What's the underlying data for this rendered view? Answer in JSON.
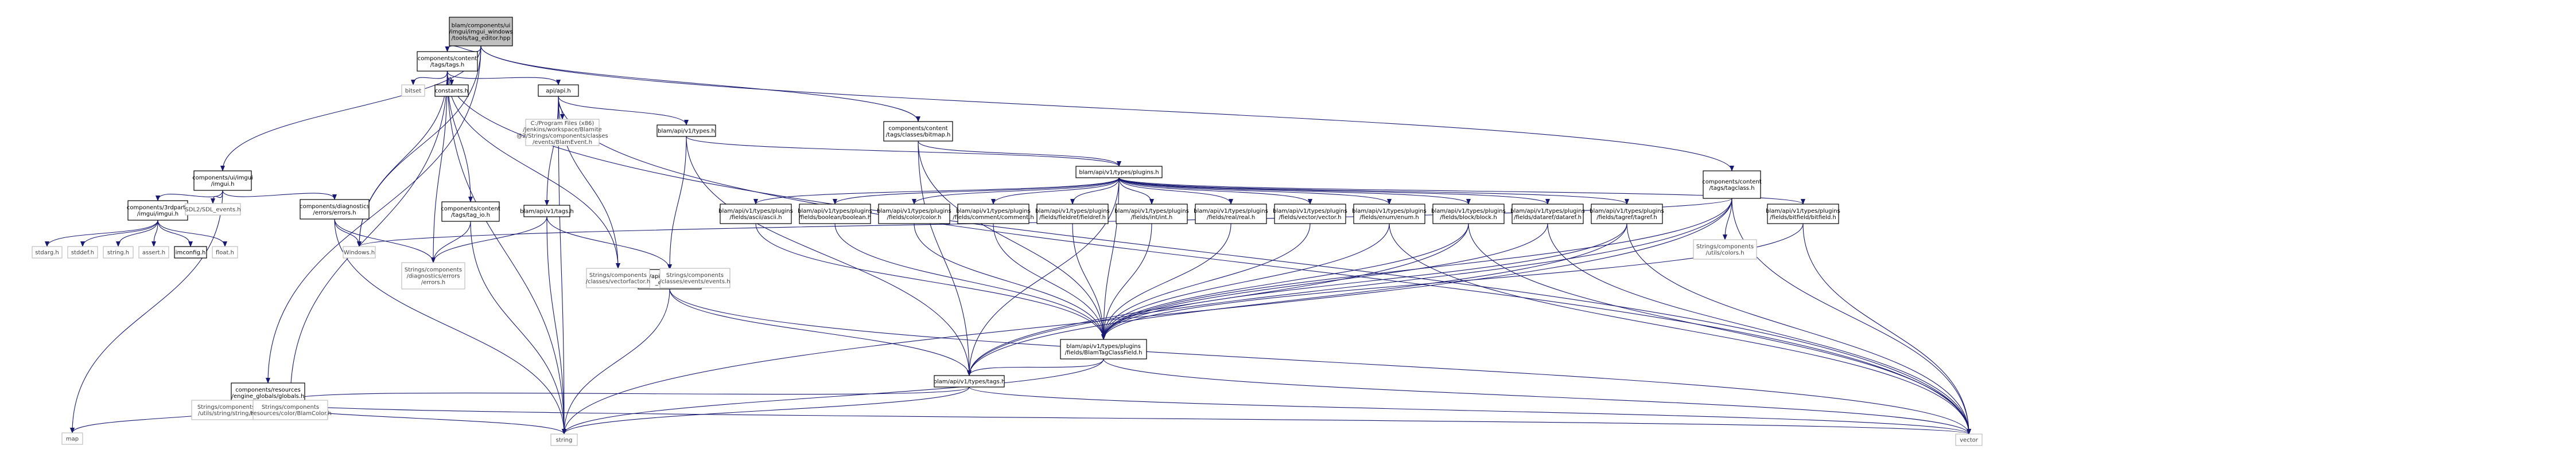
{
  "nodes": [
    {
      "id": "root",
      "lines": [
        "blam/components/ui",
        "/imgui/imgui_windows",
        "/tools/tag_editor.hpp"
      ],
      "kind": "root"
    },
    {
      "id": "ctags",
      "lines": [
        "components/content",
        "/tags/tags.h"
      ],
      "kind": "doc"
    },
    {
      "id": "uiimgui",
      "lines": [
        "components/ui/imgui",
        "/imgui.h"
      ],
      "kind": "doc"
    },
    {
      "id": "bitmap",
      "lines": [
        "components/content",
        "/tags/classes/bitmap.h"
      ],
      "kind": "doc"
    },
    {
      "id": "tagclass",
      "lines": [
        "components/content",
        "/tags/tagclass.h"
      ],
      "kind": "doc"
    },
    {
      "id": "resglobals",
      "lines": [
        "components/resources",
        "/engine_globals/globals.h"
      ],
      "kind": "doc"
    },
    {
      "id": "diagerrors",
      "lines": [
        "components/diagnostics",
        "/errors/errors.h"
      ],
      "kind": "doc"
    },
    {
      "id": "imgui3p",
      "lines": [
        "components/3rdparty",
        "/imgui/imgui.h"
      ],
      "kind": "doc"
    },
    {
      "id": "tagioh",
      "lines": [
        "components/content",
        "/tags/tag_io.h"
      ],
      "kind": "doc"
    },
    {
      "id": "apih",
      "lines": [
        "api/api.h"
      ],
      "kind": "doc"
    },
    {
      "id": "bitset",
      "lines": [
        "bitset"
      ],
      "kind": "std"
    },
    {
      "id": "constants",
      "lines": [
        "constants.h"
      ],
      "kind": "doc"
    },
    {
      "id": "blamevent",
      "lines": [
        "C:/Program Files (x86)",
        "/Jenkins/workspace/Blamite",
        "@2/Strings/components/classes",
        "/events/BlamEvent.h"
      ],
      "kind": "std"
    },
    {
      "id": "typesh",
      "lines": [
        "blam/api/v1/types.h"
      ],
      "kind": "doc"
    },
    {
      "id": "tagsv1",
      "lines": [
        "blam/api/v1/tags.h"
      ],
      "kind": "doc"
    },
    {
      "id": "plugins",
      "lines": [
        "blam/api/v1/types/plugins.h"
      ],
      "kind": "doc"
    },
    {
      "id": "worldobj",
      "lines": [
        "blam/api/v1/types/world",
        "_objects.h"
      ],
      "kind": "doc"
    },
    {
      "id": "typestags",
      "lines": [
        "blam/api/v1/types/tags.h"
      ],
      "kind": "doc"
    },
    {
      "id": "classfield",
      "lines": [
        "blam/api/v1/types/plugins",
        "/fields/BlamTagClassField.h"
      ],
      "kind": "doc"
    },
    {
      "id": "f_ascii",
      "lines": [
        "blam/api/v1/types/plugins",
        "/fields/ascii/ascii.h"
      ],
      "kind": "doc"
    },
    {
      "id": "f_bool",
      "lines": [
        "blam/api/v1/types/plugins",
        "/fields/boolean/boolean.h"
      ],
      "kind": "doc"
    },
    {
      "id": "f_color",
      "lines": [
        "blam/api/v1/types/plugins",
        "/fields/color/color.h"
      ],
      "kind": "doc"
    },
    {
      "id": "f_comment",
      "lines": [
        "blam/api/v1/types/plugins",
        "/fields/comment/comment.h"
      ],
      "kind": "doc"
    },
    {
      "id": "f_fieldref",
      "lines": [
        "blam/api/v1/types/plugins",
        "/fields/fieldref/fieldref.h"
      ],
      "kind": "doc"
    },
    {
      "id": "f_int",
      "lines": [
        "blam/api/v1/types/plugins",
        "/fields/int/int.h"
      ],
      "kind": "doc"
    },
    {
      "id": "f_real",
      "lines": [
        "blam/api/v1/types/plugins",
        "/fields/real/real.h"
      ],
      "kind": "doc"
    },
    {
      "id": "f_vector",
      "lines": [
        "blam/api/v1/types/plugins",
        "/fields/vector/vector.h"
      ],
      "kind": "doc"
    },
    {
      "id": "f_enum",
      "lines": [
        "blam/api/v1/types/plugins",
        "/fields/enum/enum.h"
      ],
      "kind": "doc"
    },
    {
      "id": "f_block",
      "lines": [
        "blam/api/v1/types/plugins",
        "/fields/block/block.h"
      ],
      "kind": "doc"
    },
    {
      "id": "f_dataref",
      "lines": [
        "blam/api/v1/types/plugins",
        "/fields/dataref/dataref.h"
      ],
      "kind": "doc"
    },
    {
      "id": "f_tagref",
      "lines": [
        "blam/api/v1/types/plugins",
        "/fields/tagref/tagref.h"
      ],
      "kind": "doc"
    },
    {
      "id": "f_bitfield",
      "lines": [
        "blam/api/v1/types/plugins",
        "/fields/bitfield/bitfield.h"
      ],
      "kind": "doc"
    },
    {
      "id": "sdlevents",
      "lines": [
        "SDL2/SDL_events.h"
      ],
      "kind": "std"
    },
    {
      "id": "stdarg",
      "lines": [
        "stdarg.h"
      ],
      "kind": "std"
    },
    {
      "id": "stddef",
      "lines": [
        "stddef.h"
      ],
      "kind": "std"
    },
    {
      "id": "stringh",
      "lines": [
        "string.h"
      ],
      "kind": "std"
    },
    {
      "id": "asserth",
      "lines": [
        "assert.h"
      ],
      "kind": "std"
    },
    {
      "id": "imconfig",
      "lines": [
        "imconfig.h"
      ],
      "kind": "doc"
    },
    {
      "id": "floath",
      "lines": [
        "float.h"
      ],
      "kind": "std"
    },
    {
      "id": "windows",
      "lines": [
        "Windows.h"
      ],
      "kind": "std"
    },
    {
      "id": "strerrors",
      "lines": [
        "Strings/components",
        "/diagnostics/errors",
        "/errors.h"
      ],
      "kind": "std"
    },
    {
      "id": "vecfactor",
      "lines": [
        "Strings/components",
        "/classes/vectorfactor.h"
      ],
      "kind": "std"
    },
    {
      "id": "events",
      "lines": [
        "Strings/components",
        "/classes/events/events.h"
      ],
      "kind": "std"
    },
    {
      "id": "colorsh",
      "lines": [
        "Strings/components",
        "/utils/colors.h"
      ],
      "kind": "std"
    },
    {
      "id": "utilstring",
      "lines": [
        "Strings/components",
        "/utils/string/string.h"
      ],
      "kind": "std"
    },
    {
      "id": "blamcolor",
      "lines": [
        "Strings/components",
        "/resources/color/BlamColor.h"
      ],
      "kind": "std"
    },
    {
      "id": "map",
      "lines": [
        "map"
      ],
      "kind": "std"
    },
    {
      "id": "string",
      "lines": [
        "string"
      ],
      "kind": "std"
    },
    {
      "id": "vector",
      "lines": [
        "vector"
      ],
      "kind": "std"
    }
  ],
  "edges": [
    [
      "root",
      "ctags"
    ],
    [
      "root",
      "uiimgui"
    ],
    [
      "root",
      "bitmap"
    ],
    [
      "root",
      "tagclass"
    ],
    [
      "root",
      "resglobals"
    ],
    [
      "root",
      "windows"
    ],
    [
      "ctags",
      "apih"
    ],
    [
      "ctags",
      "bitset"
    ],
    [
      "ctags",
      "constants"
    ],
    [
      "ctags",
      "tagioh"
    ],
    [
      "ctags",
      "windows"
    ],
    [
      "ctags",
      "string"
    ],
    [
      "ctags",
      "blamcolor"
    ],
    [
      "ctags",
      "vecfactor"
    ],
    [
      "ctags",
      "vector"
    ],
    [
      "ctags",
      "strerrors"
    ],
    [
      "uiimgui",
      "imgui3p"
    ],
    [
      "uiimgui",
      "diagerrors"
    ],
    [
      "uiimgui",
      "sdlevents"
    ],
    [
      "uiimgui",
      "map"
    ],
    [
      "imgui3p",
      "stdarg"
    ],
    [
      "imgui3p",
      "stddef"
    ],
    [
      "imgui3p",
      "stringh"
    ],
    [
      "imgui3p",
      "asserth"
    ],
    [
      "imgui3p",
      "imconfig"
    ],
    [
      "imgui3p",
      "floath"
    ],
    [
      "diagerrors",
      "windows"
    ],
    [
      "diagerrors",
      "strerrors"
    ],
    [
      "diagerrors",
      "string"
    ],
    [
      "tagioh",
      "strerrors"
    ],
    [
      "tagioh",
      "string"
    ],
    [
      "apih",
      "blamevent"
    ],
    [
      "apih",
      "typesh"
    ],
    [
      "apih",
      "tagsv1"
    ],
    [
      "apih",
      "vecfactor"
    ],
    [
      "apih",
      "string"
    ],
    [
      "apih",
      "vector"
    ],
    [
      "tagsv1",
      "worldobj"
    ],
    [
      "tagsv1",
      "string"
    ],
    [
      "tagsv1",
      "strerrors"
    ],
    [
      "typesh",
      "plugins"
    ],
    [
      "typesh",
      "worldobj"
    ],
    [
      "typesh",
      "typestags"
    ],
    [
      "worldobj",
      "vecfactor"
    ],
    [
      "worldobj",
      "events"
    ],
    [
      "worldobj",
      "typestags"
    ],
    [
      "worldobj",
      "string"
    ],
    [
      "worldobj",
      "vector"
    ],
    [
      "bitmap",
      "plugins"
    ],
    [
      "bitmap",
      "classfield"
    ],
    [
      "bitmap",
      "typestags"
    ],
    [
      "tagclass",
      "classfield"
    ],
    [
      "tagclass",
      "colorsh"
    ],
    [
      "tagclass",
      "typestags"
    ],
    [
      "tagclass",
      "string"
    ],
    [
      "tagclass",
      "vector"
    ],
    [
      "tagclass",
      "windows"
    ],
    [
      "plugins",
      "f_ascii"
    ],
    [
      "plugins",
      "f_bool"
    ],
    [
      "plugins",
      "f_color"
    ],
    [
      "plugins",
      "f_comment"
    ],
    [
      "plugins",
      "f_fieldref"
    ],
    [
      "plugins",
      "f_int"
    ],
    [
      "plugins",
      "f_real"
    ],
    [
      "plugins",
      "f_vector"
    ],
    [
      "plugins",
      "f_enum"
    ],
    [
      "plugins",
      "f_block"
    ],
    [
      "plugins",
      "f_dataref"
    ],
    [
      "plugins",
      "f_tagref"
    ],
    [
      "plugins",
      "f_bitfield"
    ],
    [
      "plugins",
      "classfield"
    ],
    [
      "plugins",
      "typestags"
    ],
    [
      "f_ascii",
      "classfield"
    ],
    [
      "f_bool",
      "classfield"
    ],
    [
      "f_color",
      "classfield"
    ],
    [
      "f_comment",
      "classfield"
    ],
    [
      "f_fieldref",
      "classfield"
    ],
    [
      "f_int",
      "classfield"
    ],
    [
      "f_real",
      "classfield"
    ],
    [
      "f_vector",
      "classfield"
    ],
    [
      "f_enum",
      "classfield"
    ],
    [
      "f_enum",
      "vector"
    ],
    [
      "f_block",
      "classfield"
    ],
    [
      "f_block",
      "typestags"
    ],
    [
      "f_block",
      "vector"
    ],
    [
      "f_dataref",
      "classfield"
    ],
    [
      "f_dataref",
      "vector"
    ],
    [
      "f_tagref",
      "classfield"
    ],
    [
      "f_tagref",
      "typestags"
    ],
    [
      "f_tagref",
      "vector"
    ],
    [
      "f_bitfield",
      "classfield"
    ],
    [
      "f_bitfield",
      "vector"
    ],
    [
      "classfield",
      "string"
    ],
    [
      "classfield",
      "typestags"
    ],
    [
      "classfield",
      "vector"
    ],
    [
      "typestags",
      "string"
    ],
    [
      "typestags",
      "vector"
    ],
    [
      "typestags",
      "blamcolor"
    ],
    [
      "resglobals",
      "utilstring"
    ],
    [
      "resglobals",
      "blamcolor"
    ],
    [
      "resglobals",
      "string"
    ],
    [
      "resglobals",
      "vector"
    ],
    [
      "resglobals",
      "map"
    ]
  ]
}
